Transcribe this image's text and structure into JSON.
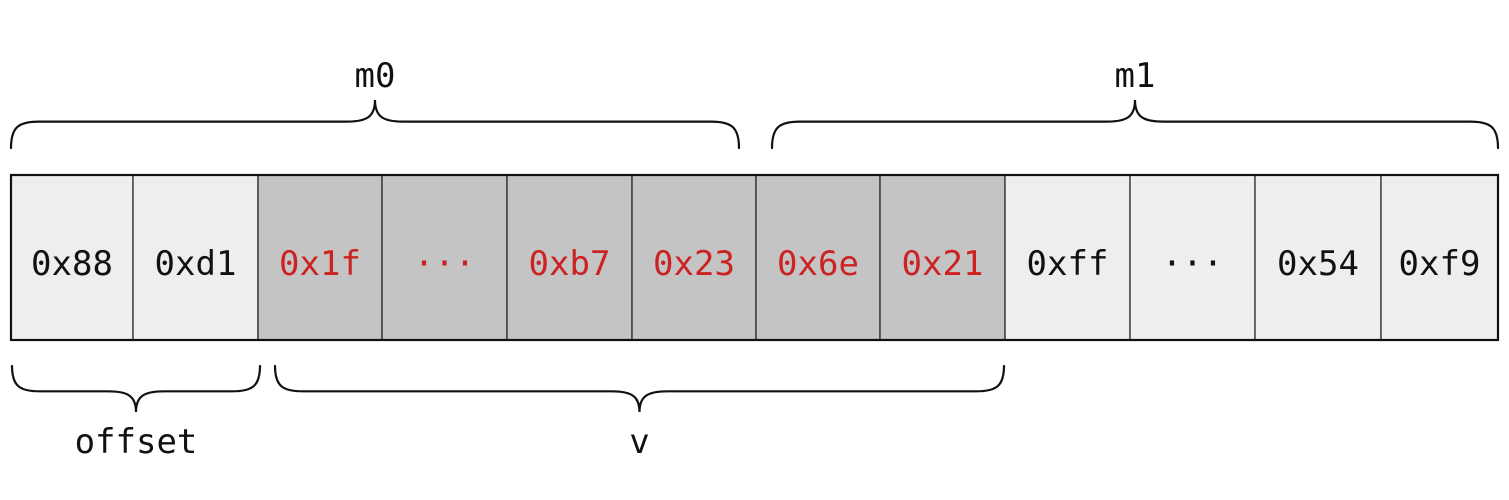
{
  "cells": [
    {
      "text": "0x88",
      "style": "light"
    },
    {
      "text": "0xd1",
      "style": "light"
    },
    {
      "text": "0x1f",
      "style": "dark"
    },
    {
      "text": "···",
      "style": "dark"
    },
    {
      "text": "0xb7",
      "style": "dark"
    },
    {
      "text": "0x23",
      "style": "dark"
    },
    {
      "text": "0x6e",
      "style": "dark"
    },
    {
      "text": "0x21",
      "style": "dark"
    },
    {
      "text": "0xff",
      "style": "light"
    },
    {
      "text": "···",
      "style": "light"
    },
    {
      "text": "0x54",
      "style": "light"
    },
    {
      "text": "0xf9",
      "style": "light"
    }
  ],
  "top_braces": [
    {
      "label": "m0",
      "from_cell": 0,
      "to_cell": 5
    },
    {
      "label": "m1",
      "from_cell": 6,
      "to_cell": 11
    }
  ],
  "bottom_braces": [
    {
      "label": "offset",
      "from_cell": 0,
      "to_cell": 1
    },
    {
      "label": "v",
      "from_cell": 2,
      "to_cell": 7
    }
  ],
  "colors": {
    "light_fill": "#eeeeee",
    "dark_fill": "#c4c4c4",
    "text_light": "#111111",
    "text_dark": "#cc2222",
    "stroke": "#111111"
  }
}
